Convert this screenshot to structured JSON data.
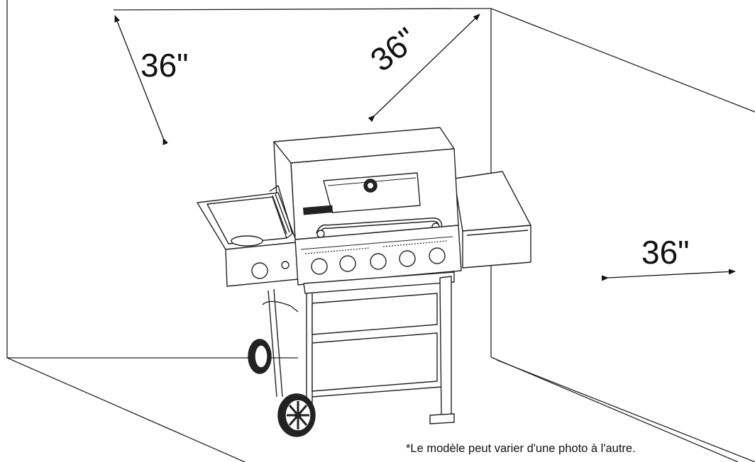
{
  "clearances": {
    "back_left": "36\"",
    "back_right": "36\"",
    "right_side": "36\""
  },
  "footnote": "*Le modèle peut varier d'une photo à l'autre."
}
